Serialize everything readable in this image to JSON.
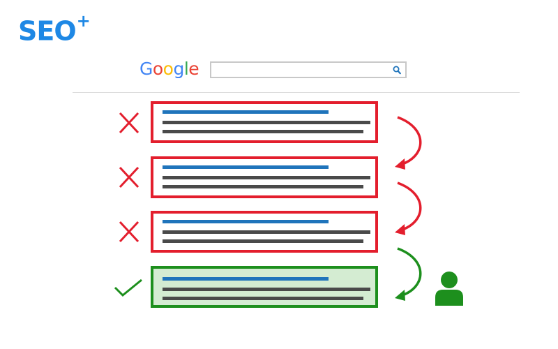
{
  "logo": {
    "text": "SEO",
    "sup": "+",
    "color": "#1e88e5"
  },
  "search_engine": {
    "letters": [
      {
        "ch": "G",
        "color": "#4285f4"
      },
      {
        "ch": "o",
        "color": "#ea4335"
      },
      {
        "ch": "o",
        "color": "#fbbc05"
      },
      {
        "ch": "g",
        "color": "#4285f4"
      },
      {
        "ch": "l",
        "color": "#34a853"
      },
      {
        "ch": "e",
        "color": "#ea4335"
      }
    ],
    "query": "",
    "search_icon": "magnifier-icon"
  },
  "results": [
    {
      "status": "rejected",
      "mark_icon": "x-icon",
      "color": "#e31e2d"
    },
    {
      "status": "rejected",
      "mark_icon": "x-icon",
      "color": "#e31e2d"
    },
    {
      "status": "rejected",
      "mark_icon": "x-icon",
      "color": "#e31e2d"
    },
    {
      "status": "chosen",
      "mark_icon": "check-icon",
      "color": "#1d8f1d"
    }
  ],
  "arrows": [
    {
      "icon": "curved-arrow-icon",
      "color": "#e31e2d"
    },
    {
      "icon": "curved-arrow-icon",
      "color": "#e31e2d"
    },
    {
      "icon": "curved-arrow-icon",
      "color": "#1d8f1d"
    }
  ],
  "user": {
    "icon": "user-icon",
    "color": "#1d8f1d"
  }
}
